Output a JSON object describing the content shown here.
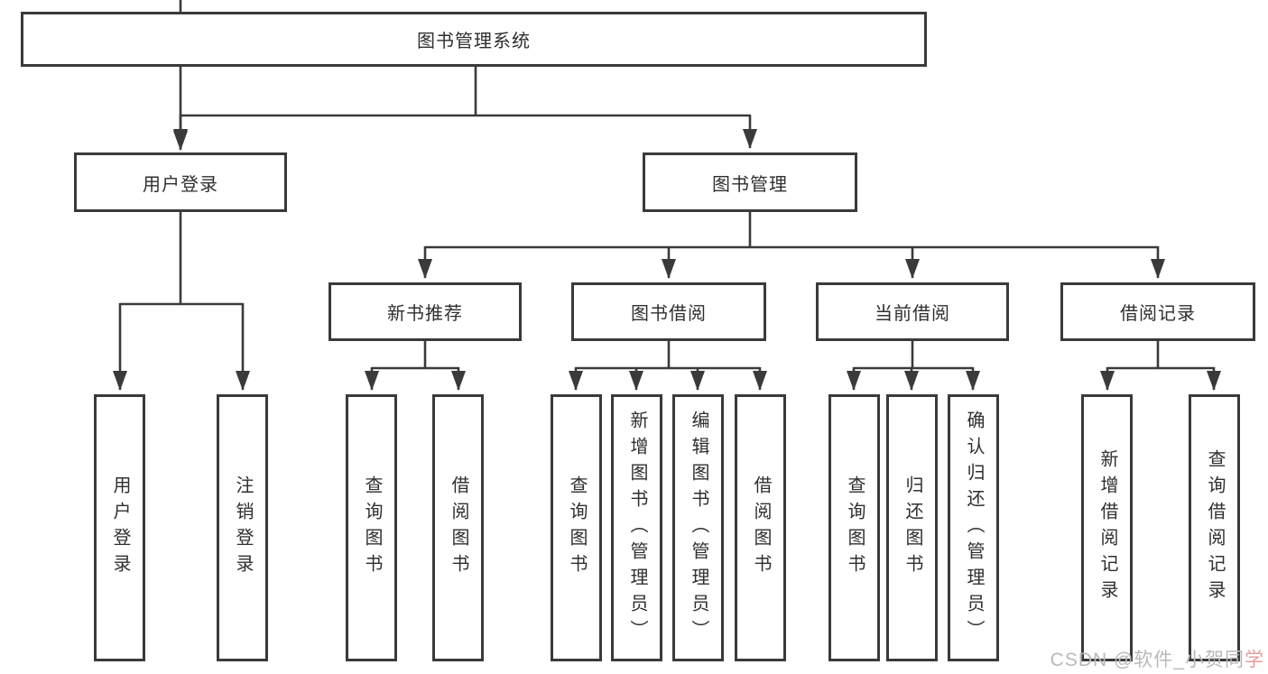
{
  "root": {
    "label": "图书管理系统"
  },
  "level2": [
    {
      "id": "user-login",
      "label": "用户登录"
    },
    {
      "id": "book-management",
      "label": "图书管理"
    }
  ],
  "level3": [
    {
      "id": "new-book-recommend",
      "label": "新书推荐"
    },
    {
      "id": "book-borrowing",
      "label": "图书借阅"
    },
    {
      "id": "current-borrowing",
      "label": "当前借阅"
    },
    {
      "id": "borrowing-records",
      "label": "借阅记录"
    }
  ],
  "level4": [
    {
      "id": "user-login-action",
      "label": "用户登录"
    },
    {
      "id": "logout-action",
      "label": "注销登录"
    },
    {
      "id": "query-books-recommend",
      "label": "查询图书"
    },
    {
      "id": "borrow-books-recommend",
      "label": "借阅图书"
    },
    {
      "id": "query-books-borrowing",
      "label": "查询图书"
    },
    {
      "id": "add-books-admin",
      "label": "新增图书（管理员）"
    },
    {
      "id": "edit-books-admin",
      "label": "编辑图书（管理员）"
    },
    {
      "id": "borrow-books-borrowing",
      "label": "借阅图书"
    },
    {
      "id": "query-books-current",
      "label": "查询图书"
    },
    {
      "id": "return-books",
      "label": "归还图书"
    },
    {
      "id": "confirm-return-admin",
      "label": "确认归还（管理员）"
    },
    {
      "id": "add-borrow-record",
      "label": "新增借阅记录"
    },
    {
      "id": "query-borrow-record",
      "label": "查询借阅记录"
    }
  ],
  "watermark": {
    "text": "CSDN @软件_小贺同",
    "accent": "学"
  }
}
